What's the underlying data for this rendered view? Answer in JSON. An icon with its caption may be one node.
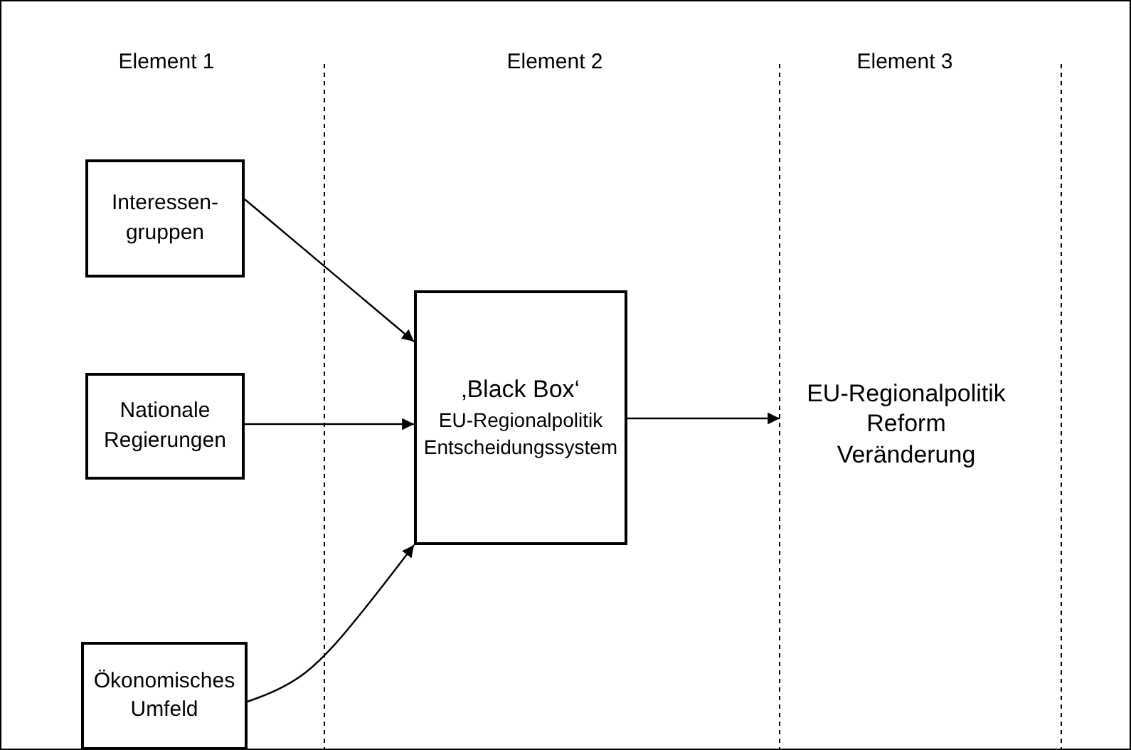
{
  "diagram": {
    "nodes": [
      {
        "text": [
          "Interessen-gruppen"
        ]
      },
      {
        "text": [
          "Nationale Regierungen"
        ]
      },
      {
        "text": [
          "Ökonomisches Umfeld"
        ]
      },
      {
        "text": [
          "‚Black Box‘",
          "EU-Regionalpolitik Entscheidungssystem"
        ]
      },
      {
        "text": [
          "EU-Regionalpolitik",
          "Reform",
          "Veränderung"
        ]
      }
    ],
    "edges": [
      {
        "from": 0,
        "to": 3,
        "arrow": "to"
      },
      {
        "from": 1,
        "to": 3,
        "arrow": "to"
      },
      {
        "from": 2,
        "to": 3,
        "arrow": "to"
      },
      {
        "from": 3,
        "to": 4,
        "arrow": "to"
      }
    ],
    "labels": [
      "Element 1",
      "Element 2",
      "Element 3"
    ]
  }
}
